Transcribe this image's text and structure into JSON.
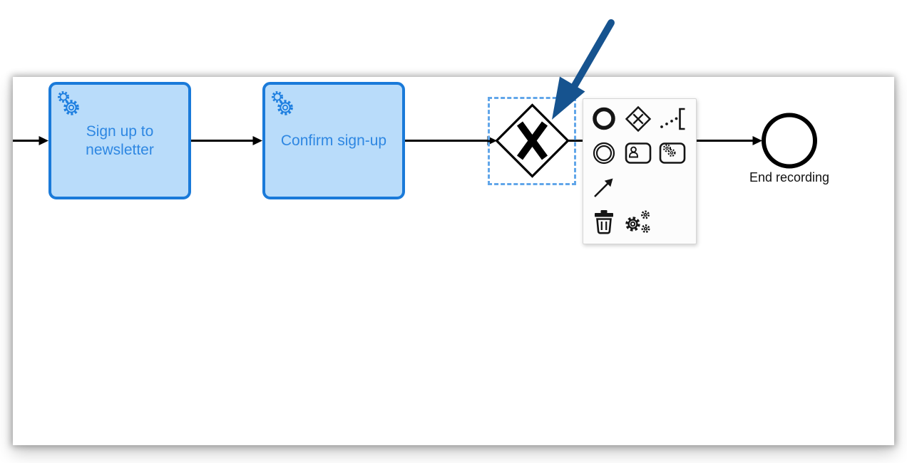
{
  "diagram": {
    "tasks": [
      {
        "type": "service-task",
        "label": "Sign up to newsletter"
      },
      {
        "type": "service-task",
        "label": "Confirm sign-up"
      }
    ],
    "gateway": {
      "type": "exclusive-gateway",
      "selected": true
    },
    "end_event": {
      "label": "End recording"
    }
  },
  "context_pad": {
    "items": [
      {
        "name": "append-end-event",
        "icon": "thick-circle-icon"
      },
      {
        "name": "append-gateway",
        "icon": "diamond-x-icon"
      },
      {
        "name": "append-text-annotation",
        "icon": "dotted-link-bracket-icon"
      },
      {
        "name": "append-intermediate-event",
        "icon": "double-circle-icon"
      },
      {
        "name": "append-user-task",
        "icon": "task-person-icon"
      },
      {
        "name": "append-service-task",
        "icon": "task-gears-icon"
      },
      {
        "name": "connect-tool",
        "icon": "arrow-icon"
      },
      {
        "name": "delete",
        "icon": "trash-icon"
      },
      {
        "name": "change-element",
        "icon": "gears-cluster-icon"
      }
    ]
  },
  "annotation": {
    "type": "arrow",
    "points_at": "selected-gateway"
  },
  "colors": {
    "task_fill": "#b9dcfa",
    "task_stroke": "#1a7ad9",
    "task_text": "#2e87e2",
    "flow_stroke": "#000000",
    "selection_stroke": "#61a6e9",
    "annotation_arrow": "#16538f",
    "pad_background": "#fcfcfc",
    "pad_border": "#d6d6d6"
  }
}
